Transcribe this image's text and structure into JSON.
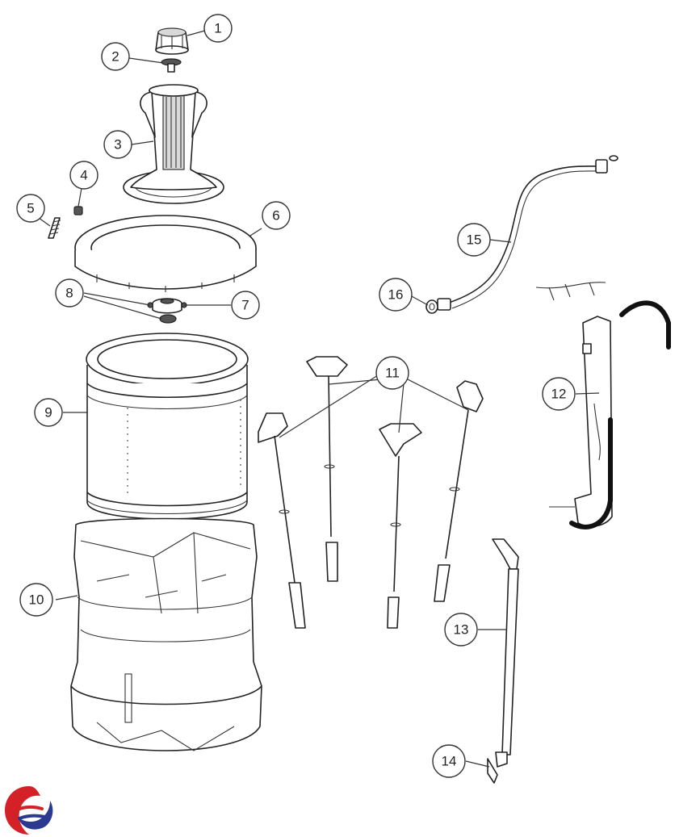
{
  "callouts": [
    {
      "id": "c1",
      "number": "1"
    },
    {
      "id": "c2",
      "number": "2"
    },
    {
      "id": "c3",
      "number": "3"
    },
    {
      "id": "c4",
      "number": "4"
    },
    {
      "id": "c5",
      "number": "5"
    },
    {
      "id": "c6",
      "number": "6"
    },
    {
      "id": "c7",
      "number": "7"
    },
    {
      "id": "c8",
      "number": "8"
    },
    {
      "id": "c9",
      "number": "9"
    },
    {
      "id": "c10",
      "number": "10"
    },
    {
      "id": "c11",
      "number": "11"
    },
    {
      "id": "c12",
      "number": "12"
    },
    {
      "id": "c13",
      "number": "13"
    },
    {
      "id": "c14",
      "number": "14"
    },
    {
      "id": "c15",
      "number": "15"
    },
    {
      "id": "c16",
      "number": "16"
    }
  ],
  "colors": {
    "line": "#222222",
    "wire": "#111111",
    "logo_red": "#d42027",
    "logo_blue": "#2b3990"
  },
  "logo": {
    "icon": "brand-logo-icon"
  }
}
